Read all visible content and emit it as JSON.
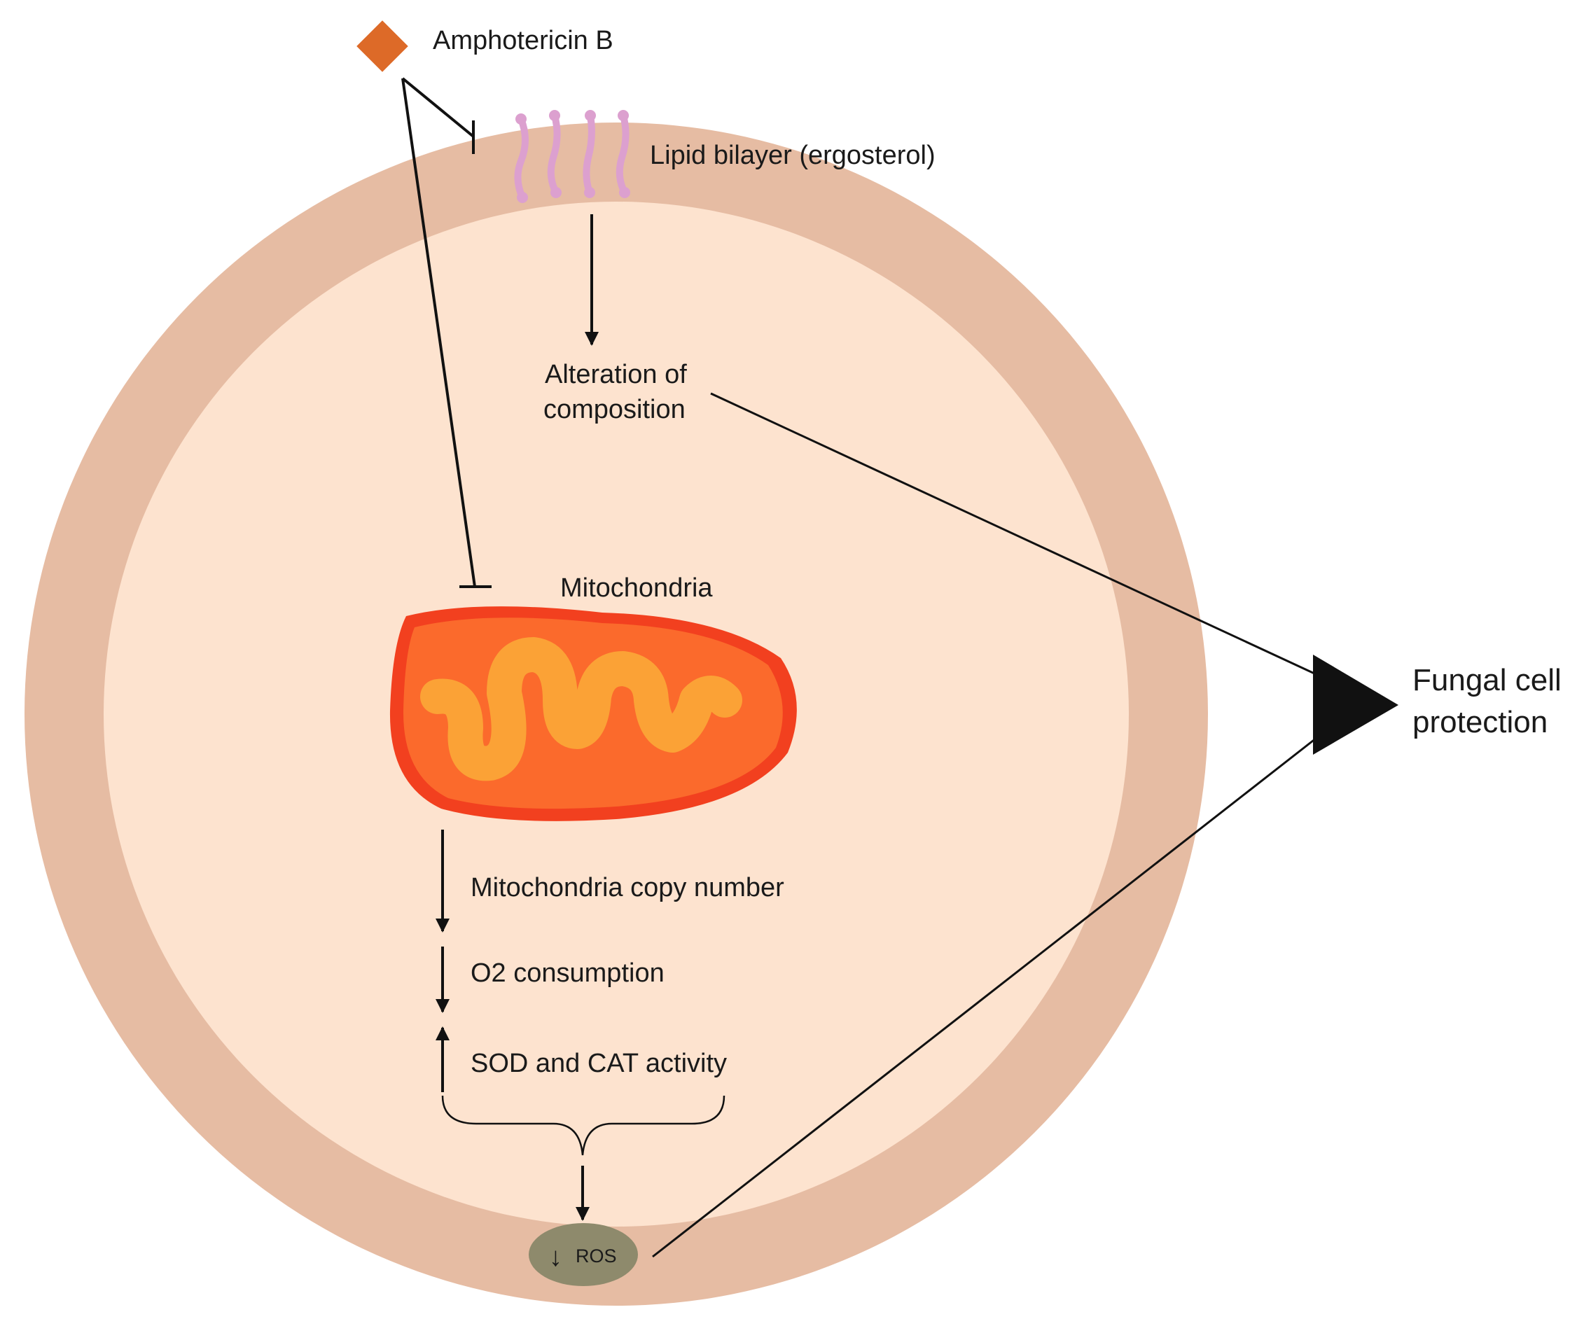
{
  "labels": {
    "drug": "Amphotericin B",
    "membrane": "Lipid bilayer (ergosterol)",
    "alteration_line1": "Alteration of",
    "alteration_line2": "composition",
    "mitochondria": "Mitochondria",
    "copy_number": "Mitochondria copy number",
    "o2": "O2 consumption",
    "sod_cat": "SOD and CAT activity",
    "ros_arrow": "↓",
    "ros": "ROS",
    "protection_line1": "Fungal cell",
    "protection_line2": "protection"
  },
  "colors": {
    "cell_wall": "#e6bca3",
    "cytoplasm": "#fde3cf",
    "drug": "#dd6a28",
    "lipid": "#dca0cf",
    "mito_outer": "#f2401f",
    "mito_body": "#fb6a2c",
    "mito_crista": "#fba236",
    "ros": "#8e8a6c",
    "line": "#111111"
  }
}
